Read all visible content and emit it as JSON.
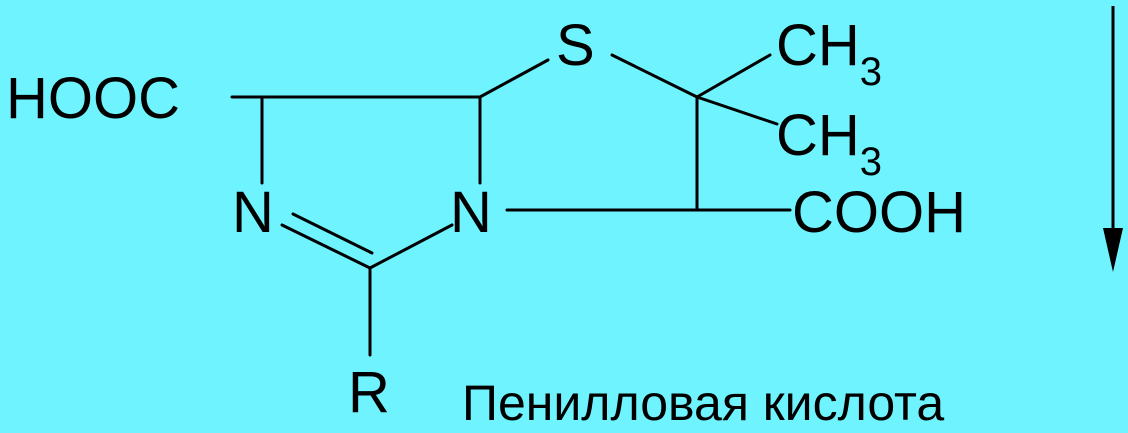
{
  "colors": {
    "background": "#6ff3ff",
    "ink": "#000000"
  },
  "molecule": {
    "atoms": {
      "hooc": "HOOC",
      "sulfur": "S",
      "methyl_1_ch": "CH",
      "methyl_1_sub": "3",
      "methyl_2_ch": "CH",
      "methyl_2_sub": "3",
      "nitrogen_left": "N",
      "nitrogen_bridge": "N",
      "cooh": "COOH",
      "r_group": "R"
    }
  },
  "caption": "Пенилловая кислота",
  "icons": {
    "arrow": "down-arrow-icon"
  }
}
